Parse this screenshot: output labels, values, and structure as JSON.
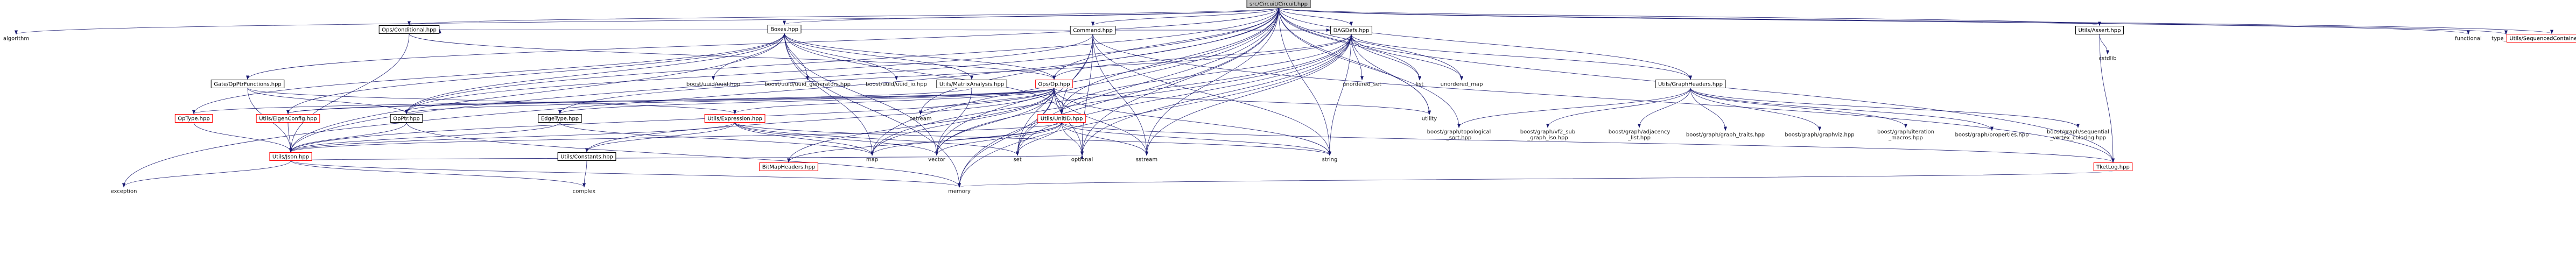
{
  "graph": {
    "root": "src/Circuit/Circuit.hpp",
    "nodes": [
      {
        "id": "circuit",
        "label": "src/Circuit/Circuit.hpp",
        "kind": "root"
      },
      {
        "id": "algorithm",
        "label": "algorithm",
        "kind": "system"
      },
      {
        "id": "opsconditional",
        "label": "Ops/Conditional.hpp",
        "kind": "header"
      },
      {
        "id": "boxes",
        "label": "Boxes.hpp",
        "kind": "header"
      },
      {
        "id": "command",
        "label": "Command.hpp",
        "kind": "header"
      },
      {
        "id": "dagdefs",
        "label": "DAGDefs.hpp",
        "kind": "header"
      },
      {
        "id": "utilsassert",
        "label": "Utils/Assert.hpp",
        "kind": "header"
      },
      {
        "id": "functional",
        "label": "functional",
        "kind": "system"
      },
      {
        "id": "type_traits",
        "label": "type_traits",
        "kind": "system"
      },
      {
        "id": "seqcontainers",
        "label": "Utils/SequencedContainers.hpp",
        "kind": "truncated"
      },
      {
        "id": "cstdlib",
        "label": "cstdlib",
        "kind": "system"
      },
      {
        "id": "gateopptr",
        "label": "Gate/OpPtrFunctions.hpp",
        "kind": "header"
      },
      {
        "id": "uuid",
        "label": "boost/uuid/uuid.hpp",
        "kind": "system"
      },
      {
        "id": "uuidgen",
        "label": "boost/uuid/uuid_generators.hpp",
        "kind": "system"
      },
      {
        "id": "uuidio",
        "label": "boost/uuid/uuid_io.hpp",
        "kind": "system"
      },
      {
        "id": "matrixanalysis",
        "label": "Utils/MatrixAnalysis.hpp",
        "kind": "header"
      },
      {
        "id": "opsop",
        "label": "Ops/Op.hpp",
        "kind": "truncated"
      },
      {
        "id": "unordered_set",
        "label": "unordered_set",
        "kind": "system"
      },
      {
        "id": "list",
        "label": "list",
        "kind": "system"
      },
      {
        "id": "unordered_map",
        "label": "unordered_map",
        "kind": "system"
      },
      {
        "id": "graphheaders",
        "label": "Utils/GraphHeaders.hpp",
        "kind": "header"
      },
      {
        "id": "optype",
        "label": "OpType.hpp",
        "kind": "truncated"
      },
      {
        "id": "eigenconfig",
        "label": "Utils/EigenConfig.hpp",
        "kind": "truncated"
      },
      {
        "id": "opptr",
        "label": "OpPtr.hpp",
        "kind": "header"
      },
      {
        "id": "edgetype",
        "label": "EdgeType.hpp",
        "kind": "header"
      },
      {
        "id": "expression",
        "label": "Utils/Expression.hpp",
        "kind": "truncated"
      },
      {
        "id": "ostream",
        "label": "ostream",
        "kind": "system"
      },
      {
        "id": "unitid",
        "label": "Utils/UnitID.hpp",
        "kind": "truncated"
      },
      {
        "id": "utility",
        "label": "utility",
        "kind": "system"
      },
      {
        "id": "topo",
        "label": "boost/graph/topological\n_sort.hpp",
        "kind": "system"
      },
      {
        "id": "vf2",
        "label": "boost/graph/vf2_sub\n_graph_iso.hpp",
        "kind": "system"
      },
      {
        "id": "adjlist",
        "label": "boost/graph/adjacency\n_list.hpp",
        "kind": "system"
      },
      {
        "id": "graphtraits",
        "label": "boost/graph/graph_traits.hpp",
        "kind": "system"
      },
      {
        "id": "graphviz",
        "label": "boost/graph/graphviz.hpp",
        "kind": "system"
      },
      {
        "id": "itermacros",
        "label": "boost/graph/iteration\n_macros.hpp",
        "kind": "system"
      },
      {
        "id": "properties",
        "label": "boost/graph/properties.hpp",
        "kind": "system"
      },
      {
        "id": "seqcolor",
        "label": "boost/graph/sequential\n_vertex_coloring.hpp",
        "kind": "system"
      },
      {
        "id": "json",
        "label": "Utils/Json.hpp",
        "kind": "truncated"
      },
      {
        "id": "constants",
        "label": "Utils/Constants.hpp",
        "kind": "header"
      },
      {
        "id": "bitmap",
        "label": "BitMapHeaders.hpp",
        "kind": "truncated"
      },
      {
        "id": "map",
        "label": "map",
        "kind": "system"
      },
      {
        "id": "vector",
        "label": "vector",
        "kind": "system"
      },
      {
        "id": "set",
        "label": "set",
        "kind": "system"
      },
      {
        "id": "optional",
        "label": "optional",
        "kind": "system"
      },
      {
        "id": "sstream",
        "label": "sstream",
        "kind": "system"
      },
      {
        "id": "string",
        "label": "string",
        "kind": "system"
      },
      {
        "id": "tketlog",
        "label": "TketLog.hpp",
        "kind": "truncated"
      },
      {
        "id": "exception",
        "label": "exception",
        "kind": "system"
      },
      {
        "id": "complex",
        "label": "complex",
        "kind": "system"
      },
      {
        "id": "memory",
        "label": "memory",
        "kind": "system"
      }
    ],
    "edges": [
      [
        "circuit",
        "algorithm"
      ],
      [
        "circuit",
        "opsconditional"
      ],
      [
        "circuit",
        "boxes"
      ],
      [
        "circuit",
        "command"
      ],
      [
        "circuit",
        "dagdefs"
      ],
      [
        "circuit",
        "utilsassert"
      ],
      [
        "circuit",
        "functional"
      ],
      [
        "circuit",
        "type_traits"
      ],
      [
        "circuit",
        "seqcontainers"
      ],
      [
        "circuit",
        "gateopptr"
      ],
      [
        "circuit",
        "opsop"
      ],
      [
        "circuit",
        "list"
      ],
      [
        "circuit",
        "unordered_map"
      ],
      [
        "circuit",
        "graphheaders"
      ],
      [
        "circuit",
        "unitid"
      ],
      [
        "circuit",
        "json"
      ],
      [
        "circuit",
        "vector"
      ],
      [
        "circuit",
        "optional"
      ],
      [
        "circuit",
        "sstream"
      ],
      [
        "circuit",
        "string"
      ],
      [
        "circuit",
        "exception"
      ],
      [
        "circuit",
        "memory"
      ],
      [
        "circuit",
        "tketlog"
      ],
      [
        "circuit",
        "utility"
      ],
      [
        "circuit",
        "ostream"
      ],
      [
        "circuit",
        "opptr"
      ],
      [
        "circuit",
        "topo"
      ],
      [
        "circuit",
        "map"
      ],
      [
        "circuit",
        "set"
      ],
      [
        "opsconditional",
        "opsop"
      ],
      [
        "opsconditional",
        "json"
      ],
      [
        "boxes",
        "uuid"
      ],
      [
        "boxes",
        "uuidgen"
      ],
      [
        "boxes",
        "uuidio"
      ],
      [
        "boxes",
        "matrixanalysis"
      ],
      [
        "boxes",
        "opsop"
      ],
      [
        "boxes",
        "json"
      ],
      [
        "boxes",
        "eigenconfig"
      ],
      [
        "boxes",
        "unitid"
      ],
      [
        "boxes",
        "memory"
      ],
      [
        "boxes",
        "map"
      ],
      [
        "boxes",
        "vector"
      ],
      [
        "boxes",
        "optype"
      ],
      [
        "boxes",
        "opptr"
      ],
      [
        "command",
        "opsconditional"
      ],
      [
        "command",
        "dagdefs"
      ],
      [
        "command",
        "unitid"
      ],
      [
        "command",
        "opptr"
      ],
      [
        "command",
        "optional"
      ],
      [
        "command",
        "sstream"
      ],
      [
        "command",
        "string"
      ],
      [
        "command",
        "tketlog"
      ],
      [
        "command",
        "set"
      ],
      [
        "dagdefs",
        "opsop"
      ],
      [
        "dagdefs",
        "unordered_set"
      ],
      [
        "dagdefs",
        "list"
      ],
      [
        "dagdefs",
        "unordered_map"
      ],
      [
        "dagdefs",
        "graphheaders"
      ],
      [
        "dagdefs",
        "unitid"
      ],
      [
        "dagdefs",
        "edgetype"
      ],
      [
        "dagdefs",
        "utility"
      ],
      [
        "dagdefs",
        "vector"
      ],
      [
        "dagdefs",
        "optional"
      ],
      [
        "dagdefs",
        "set"
      ],
      [
        "dagdefs",
        "map"
      ],
      [
        "dagdefs",
        "string"
      ],
      [
        "dagdefs",
        "memory"
      ],
      [
        "dagdefs",
        "sstream"
      ],
      [
        "utilsassert",
        "cstdlib"
      ],
      [
        "utilsassert",
        "tketlog"
      ],
      [
        "gateopptr",
        "opptr"
      ],
      [
        "gateopptr",
        "expression"
      ],
      [
        "gateopptr",
        "json"
      ],
      [
        "matrixanalysis",
        "eigenconfig"
      ],
      [
        "matrixanalysis",
        "vector"
      ],
      [
        "opsop",
        "optype"
      ],
      [
        "opsop",
        "eigenconfig"
      ],
      [
        "opsop",
        "opptr"
      ],
      [
        "opsop",
        "edgetype"
      ],
      [
        "opsop",
        "expression"
      ],
      [
        "opsop",
        "ostream"
      ],
      [
        "opsop",
        "unitid"
      ],
      [
        "opsop",
        "utility"
      ],
      [
        "opsop",
        "json"
      ],
      [
        "opsop",
        "constants"
      ],
      [
        "opsop",
        "bitmap"
      ],
      [
        "opsop",
        "map"
      ],
      [
        "opsop",
        "vector"
      ],
      [
        "opsop",
        "set"
      ],
      [
        "opsop",
        "optional"
      ],
      [
        "opsop",
        "sstream"
      ],
      [
        "opsop",
        "string"
      ],
      [
        "opsop",
        "memory"
      ],
      [
        "graphheaders",
        "topo"
      ],
      [
        "graphheaders",
        "vf2"
      ],
      [
        "graphheaders",
        "adjlist"
      ],
      [
        "graphheaders",
        "graphtraits"
      ],
      [
        "graphheaders",
        "graphviz"
      ],
      [
        "graphheaders",
        "itermacros"
      ],
      [
        "graphheaders",
        "properties"
      ],
      [
        "graphheaders",
        "seqcolor"
      ],
      [
        "optype",
        "json"
      ],
      [
        "eigenconfig",
        "json"
      ],
      [
        "opptr",
        "json"
      ],
      [
        "opptr",
        "memory"
      ],
      [
        "edgetype",
        "json"
      ],
      [
        "edgetype",
        "map"
      ],
      [
        "expression",
        "json"
      ],
      [
        "expression",
        "constants"
      ],
      [
        "expression",
        "map"
      ],
      [
        "expression",
        "set"
      ],
      [
        "expression",
        "vector"
      ],
      [
        "expression",
        "string"
      ],
      [
        "unitid",
        "json"
      ],
      [
        "unitid",
        "bitmap"
      ],
      [
        "unitid",
        "map"
      ],
      [
        "unitid",
        "set"
      ],
      [
        "unitid",
        "vector"
      ],
      [
        "unitid",
        "optional"
      ],
      [
        "unitid",
        "sstream"
      ],
      [
        "unitid",
        "string"
      ],
      [
        "unitid",
        "tketlog"
      ],
      [
        "json",
        "exception"
      ],
      [
        "json",
        "complex"
      ],
      [
        "json",
        "optional"
      ],
      [
        "json",
        "memory"
      ],
      [
        "constants",
        "complex"
      ],
      [
        "tketlog",
        "memory"
      ]
    ]
  }
}
